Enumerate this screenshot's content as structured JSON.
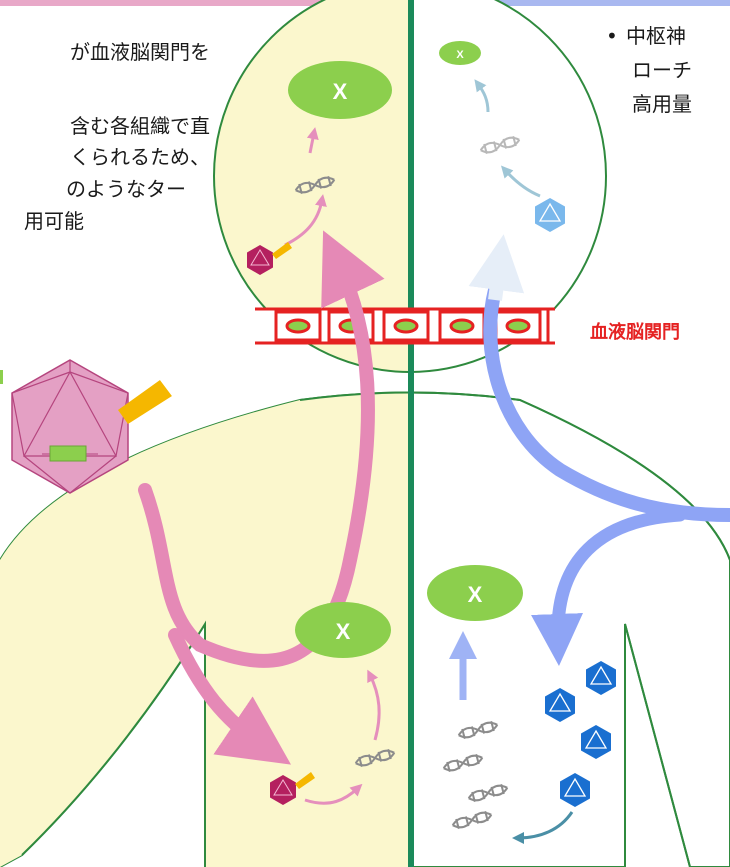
{
  "left_text_lines": [
    "が血液脳関門を",
    "含む各組織で直",
    "くられるため、",
    "のようなター",
    "用可能"
  ],
  "right_text": {
    "bullet": "•",
    "lines": [
      "中枢神",
      "ローチ",
      "高用量"
    ]
  },
  "bbb_label": "血液脳関門",
  "protein_label": "X",
  "colors": {
    "pink": "#e589b6",
    "blue": "#8ea4f5",
    "green_line": "#1b8a5a",
    "protein": "#8ccf4d",
    "bbb_red": "#e52222",
    "body_fill": "#fbf7cd"
  }
}
